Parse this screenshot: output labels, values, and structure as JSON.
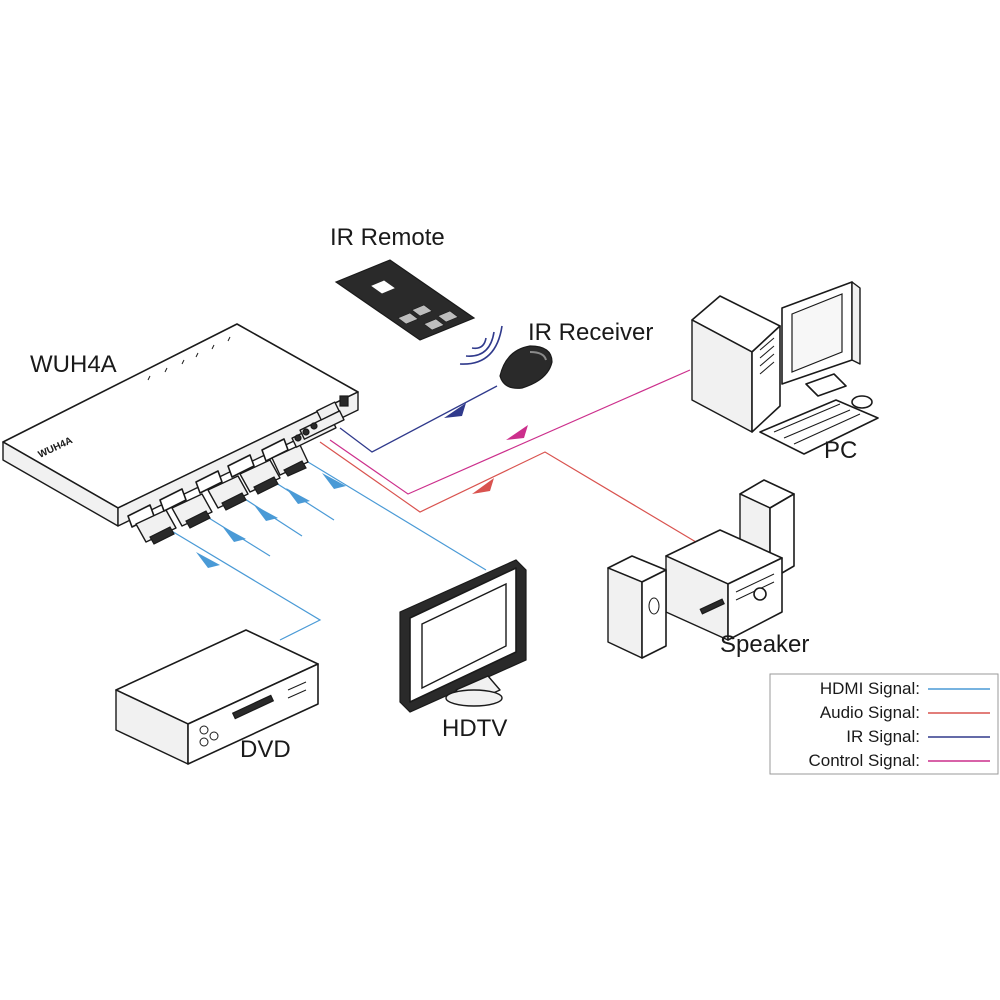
{
  "labels": {
    "ir_remote": "IR Remote",
    "ir_receiver": "IR Receiver",
    "switch": "WUH4A",
    "switch_front_text": "WUH4A",
    "pc": "PC",
    "speaker": "Speaker",
    "hdtv": "HDTV",
    "dvd": "DVD"
  },
  "colors": {
    "hdmi": "#4a9ad6",
    "audio": "#d9534f",
    "ir": "#303a8c",
    "control": "#cc2f8c"
  },
  "legend": [
    {
      "label": "HDMI Signal:",
      "color": "#4a9ad6"
    },
    {
      "label": "Audio Signal:",
      "color": "#d9534f"
    },
    {
      "label": "IR Signal:",
      "color": "#303a8c"
    },
    {
      "label": "Control Signal:",
      "color": "#cc2f8c"
    }
  ]
}
